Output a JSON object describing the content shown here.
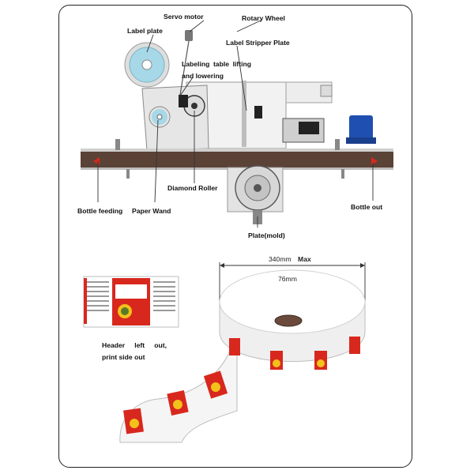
{
  "labels": {
    "servo_motor": "Servo motor",
    "rotary_wheel": "Rotary Wheel",
    "label_plate": "Label plate",
    "label_stripper_plate": "Label Stripper Plate",
    "labeling_table": "Labeling table lifting and lowering",
    "diamond_roller": "Diamond Roller",
    "bottle_feeding": "Bottle feeding",
    "paper_wand": "Paper Wand",
    "bottle_out": "Bottle out",
    "plate_mold": "Plate(mold)",
    "header_note": "Header left out, print side out"
  },
  "dimensions": {
    "outer_diameter": "340mm",
    "outer_suffix": "Max",
    "core_diameter": "76mm"
  },
  "colors": {
    "conveyor": "#5b4237",
    "label_red": "#d8281e",
    "label_yellow": "#f2c21a",
    "motor_blue": "#1f4fb0",
    "roll_label": "#a7d8e8"
  }
}
